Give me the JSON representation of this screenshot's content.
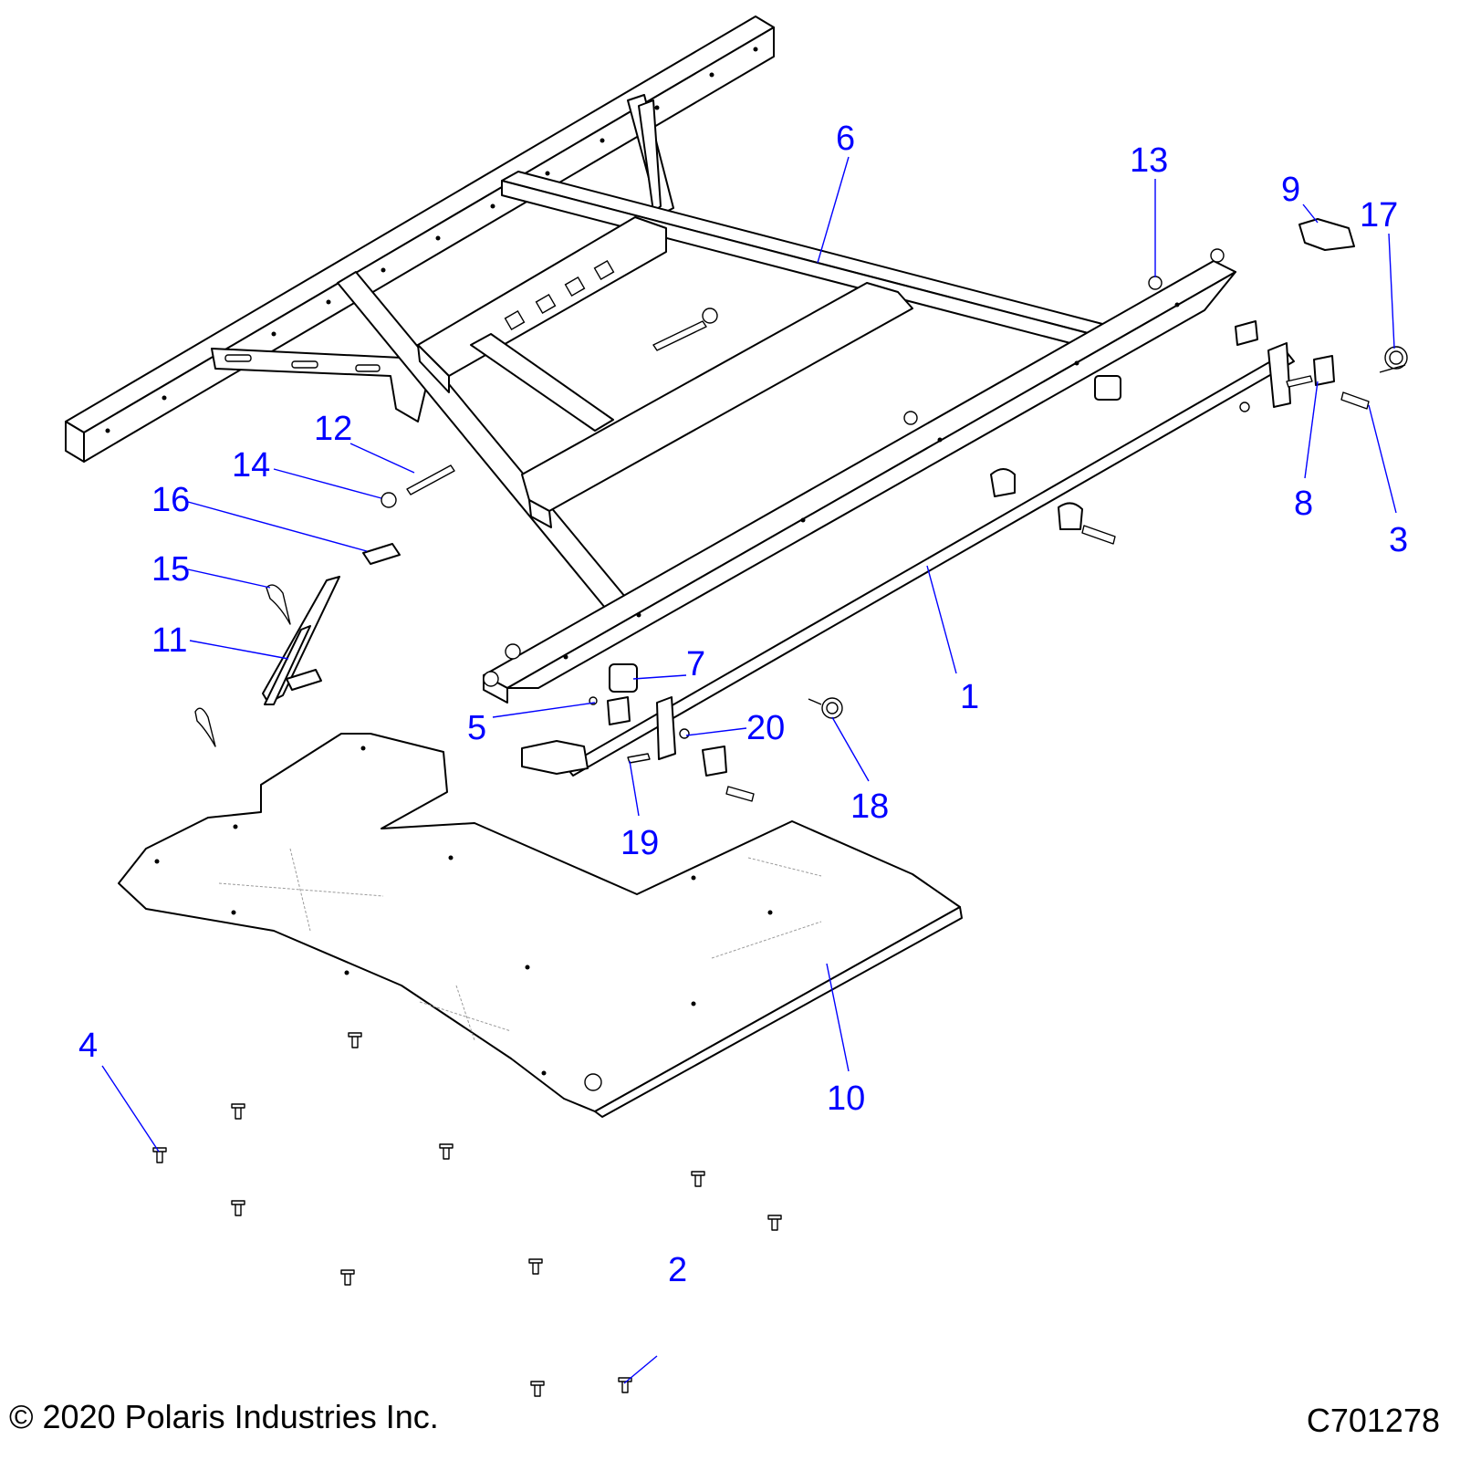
{
  "copyright": "© 2020 Polaris Industries Inc.",
  "drawing_number": "C701278",
  "callouts": [
    "1",
    "2",
    "3",
    "4",
    "5",
    "6",
    "7",
    "8",
    "9",
    "10",
    "11",
    "12",
    "13",
    "14",
    "15",
    "16",
    "17",
    "18",
    "19",
    "20"
  ]
}
